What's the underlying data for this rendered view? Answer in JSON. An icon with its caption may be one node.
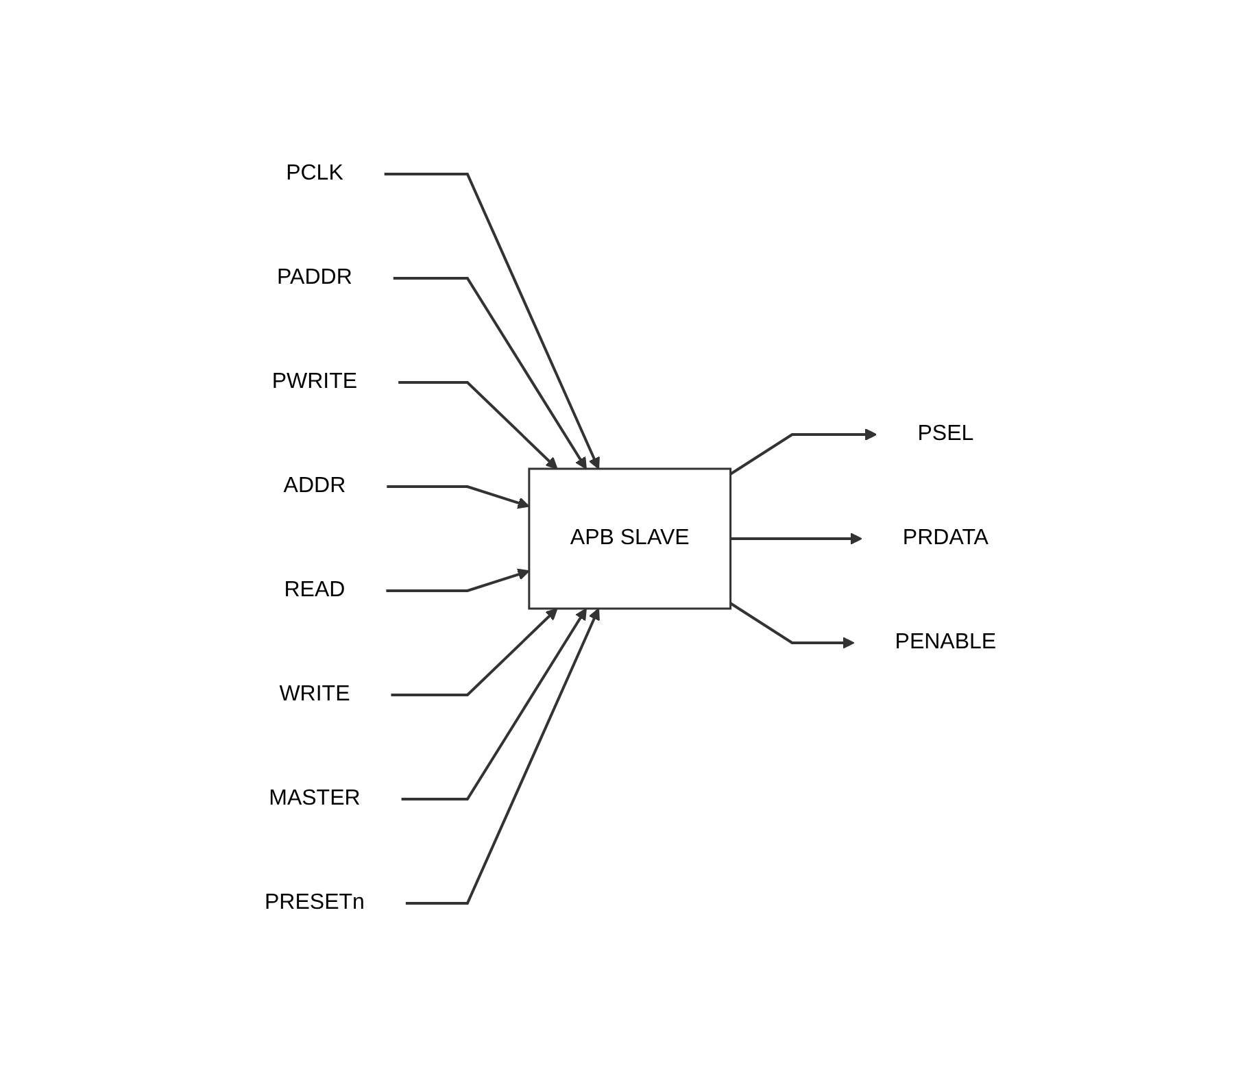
{
  "diagram": {
    "nodes": [
      {
        "text": [
          "PCLK"
        ]
      },
      {
        "text": [
          "PADDR"
        ]
      },
      {
        "text": [
          "PWRITE"
        ]
      },
      {
        "text": [
          "ADDR"
        ]
      },
      {
        "text": [
          "READ"
        ]
      },
      {
        "text": [
          "WRITE"
        ]
      },
      {
        "text": [
          "MASTER"
        ]
      },
      {
        "text": [
          "PRESETn"
        ]
      },
      {
        "text": [
          "APB SLAVE"
        ]
      },
      {
        "text": [
          "PSEL"
        ]
      },
      {
        "text": [
          "PRDATA"
        ]
      },
      {
        "text": [
          "PENABLE"
        ]
      }
    ],
    "edges": [
      {
        "from": 0,
        "to": 8,
        "arrow": "to"
      },
      {
        "from": 1,
        "to": 8,
        "arrow": "to"
      },
      {
        "from": 2,
        "to": 8,
        "arrow": "to"
      },
      {
        "from": 3,
        "to": 8,
        "arrow": "to"
      },
      {
        "from": 4,
        "to": 8,
        "arrow": "to"
      },
      {
        "from": 5,
        "to": 8,
        "arrow": "to"
      },
      {
        "from": 6,
        "to": 8,
        "arrow": "to"
      },
      {
        "from": 7,
        "to": 8,
        "arrow": "to"
      },
      {
        "from": 8,
        "to": 9,
        "arrow": "to"
      },
      {
        "from": 8,
        "to": 10,
        "arrow": "to"
      },
      {
        "from": 8,
        "to": 11,
        "arrow": "to"
      }
    ]
  }
}
